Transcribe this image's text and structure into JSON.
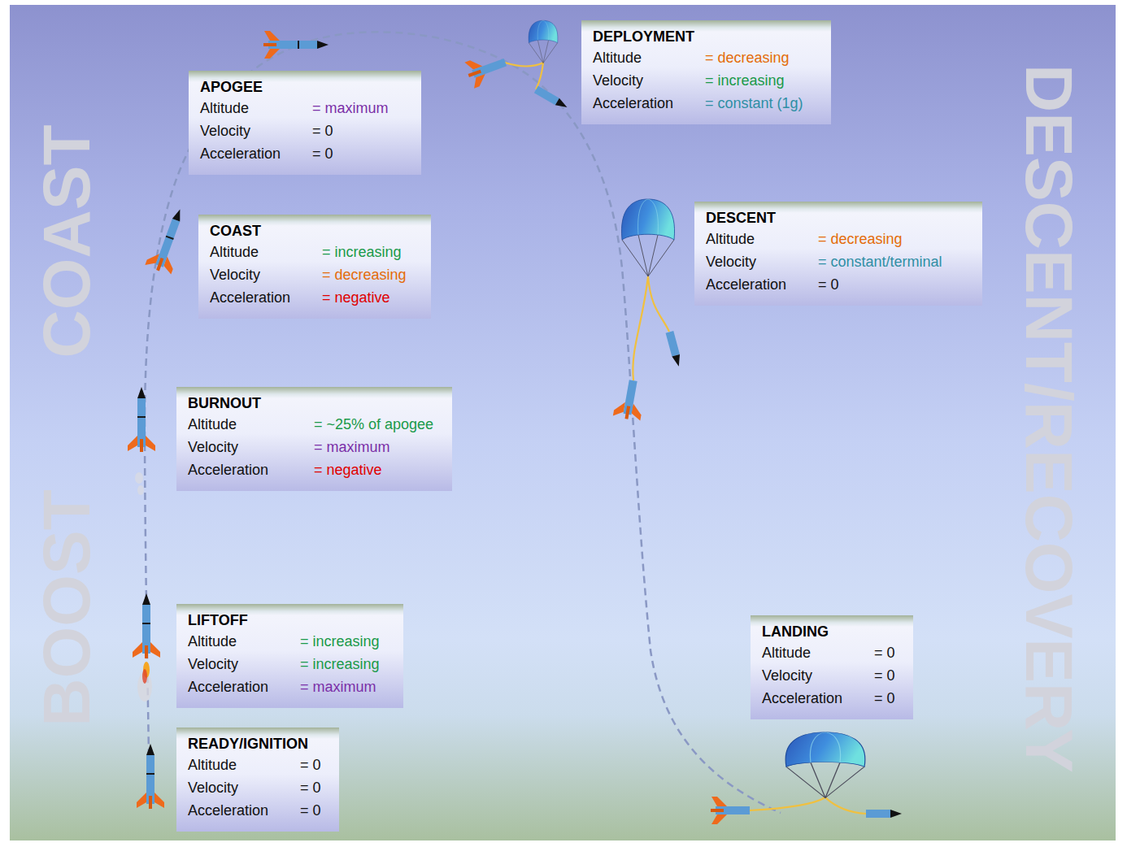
{
  "diagram": {
    "nodes": [
      {
        "text": [
          "READY/IGNITION",
          "Altitude",
          "= 0",
          "Velocity",
          "= 0",
          "Acceleration",
          "= 0"
        ]
      },
      {
        "text": [
          "LIFTOFF",
          "Altitude",
          "= increasing",
          "Velocity",
          "= increasing",
          "Acceleration",
          "= maximum"
        ]
      },
      {
        "text": [
          "BURNOUT",
          "Altitude",
          "= ~25% of apogee",
          "Velocity",
          "= maximum",
          "Acceleration",
          "= negative"
        ]
      },
      {
        "text": [
          "COAST",
          "Altitude",
          "= increasing",
          "Velocity",
          "= decreasing",
          "Acceleration",
          "= negative"
        ]
      },
      {
        "text": [
          "APOGEE",
          "Altitude",
          "= maximum",
          "Velocity",
          "= 0",
          "Acceleration",
          "= 0"
        ]
      },
      {
        "text": [
          "DEPLOYMENT",
          "Altitude",
          "= decreasing",
          "Velocity",
          "= increasing",
          "Acceleration",
          "= constant (1g)"
        ]
      },
      {
        "text": [
          "DESCENT",
          "Altitude",
          "= decreasing",
          "Velocity",
          "= constant/terminal",
          "Acceleration",
          "= 0"
        ]
      },
      {
        "text": [
          "LANDING",
          "Altitude",
          "= 0",
          "Velocity",
          "= 0",
          "Acceleration",
          "= 0"
        ]
      }
    ],
    "labels": [
      "BOOST",
      "COAST",
      "DESCENT/RECOVERY"
    ]
  }
}
